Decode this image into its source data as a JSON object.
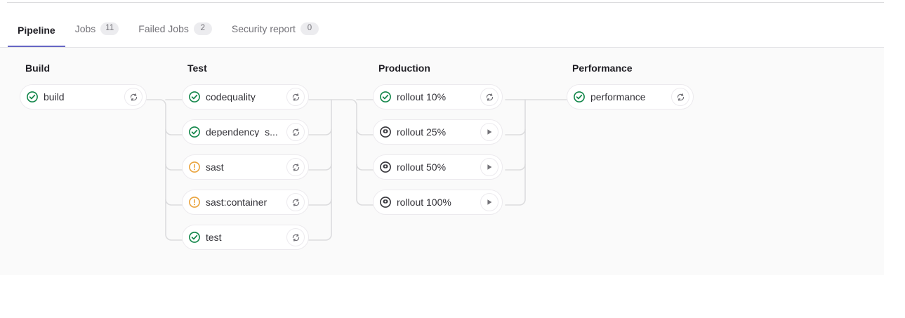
{
  "tabs": [
    {
      "label": "Pipeline",
      "badge": null,
      "active": true,
      "name": "tab-pipeline"
    },
    {
      "label": "Jobs",
      "badge": "11",
      "active": false,
      "name": "tab-jobs"
    },
    {
      "label": "Failed Jobs",
      "badge": "2",
      "active": false,
      "name": "tab-failed-jobs"
    },
    {
      "label": "Security report",
      "badge": "0",
      "active": false,
      "name": "tab-security-report"
    }
  ],
  "colors": {
    "active_tab_underline": "#6666c4",
    "status_success": "#108548",
    "status_warning": "#e9a23b",
    "status_manual": "#333238",
    "graph_background": "#fafafa",
    "connector_line": "#dcdcde",
    "card_border": "#eceaee",
    "badge_background": "#ececef"
  },
  "stages": [
    {
      "title": "Build",
      "jobs": [
        {
          "name": "build",
          "status": "success",
          "status_icon": "status-success-icon",
          "action": "retry",
          "action_icon": "retry-icon"
        }
      ]
    },
    {
      "title": "Test",
      "jobs": [
        {
          "name": "codequality",
          "status": "success",
          "status_icon": "status-success-icon",
          "action": "retry",
          "action_icon": "retry-icon"
        },
        {
          "name": "dependency_s...",
          "status": "success",
          "status_icon": "status-success-icon",
          "action": "retry",
          "action_icon": "retry-icon"
        },
        {
          "name": "sast",
          "status": "warning",
          "status_icon": "status-warning-icon",
          "action": "retry",
          "action_icon": "retry-icon"
        },
        {
          "name": "sast:container",
          "status": "warning",
          "status_icon": "status-warning-icon",
          "action": "retry",
          "action_icon": "retry-icon"
        },
        {
          "name": "test",
          "status": "success",
          "status_icon": "status-success-icon",
          "action": "retry",
          "action_icon": "retry-icon"
        }
      ]
    },
    {
      "title": "Production",
      "jobs": [
        {
          "name": "rollout 10%",
          "status": "success",
          "status_icon": "status-success-icon",
          "action": "retry",
          "action_icon": "retry-icon"
        },
        {
          "name": "rollout 25%",
          "status": "manual",
          "status_icon": "status-manual-icon",
          "action": "play",
          "action_icon": "play-icon"
        },
        {
          "name": "rollout 50%",
          "status": "manual",
          "status_icon": "status-manual-icon",
          "action": "play",
          "action_icon": "play-icon"
        },
        {
          "name": "rollout 100%",
          "status": "manual",
          "status_icon": "status-manual-icon",
          "action": "play",
          "action_icon": "play-icon"
        }
      ]
    },
    {
      "title": "Performance",
      "jobs": [
        {
          "name": "performance",
          "status": "success",
          "status_icon": "status-success-icon",
          "action": "retry",
          "action_icon": "retry-icon"
        }
      ]
    }
  ]
}
